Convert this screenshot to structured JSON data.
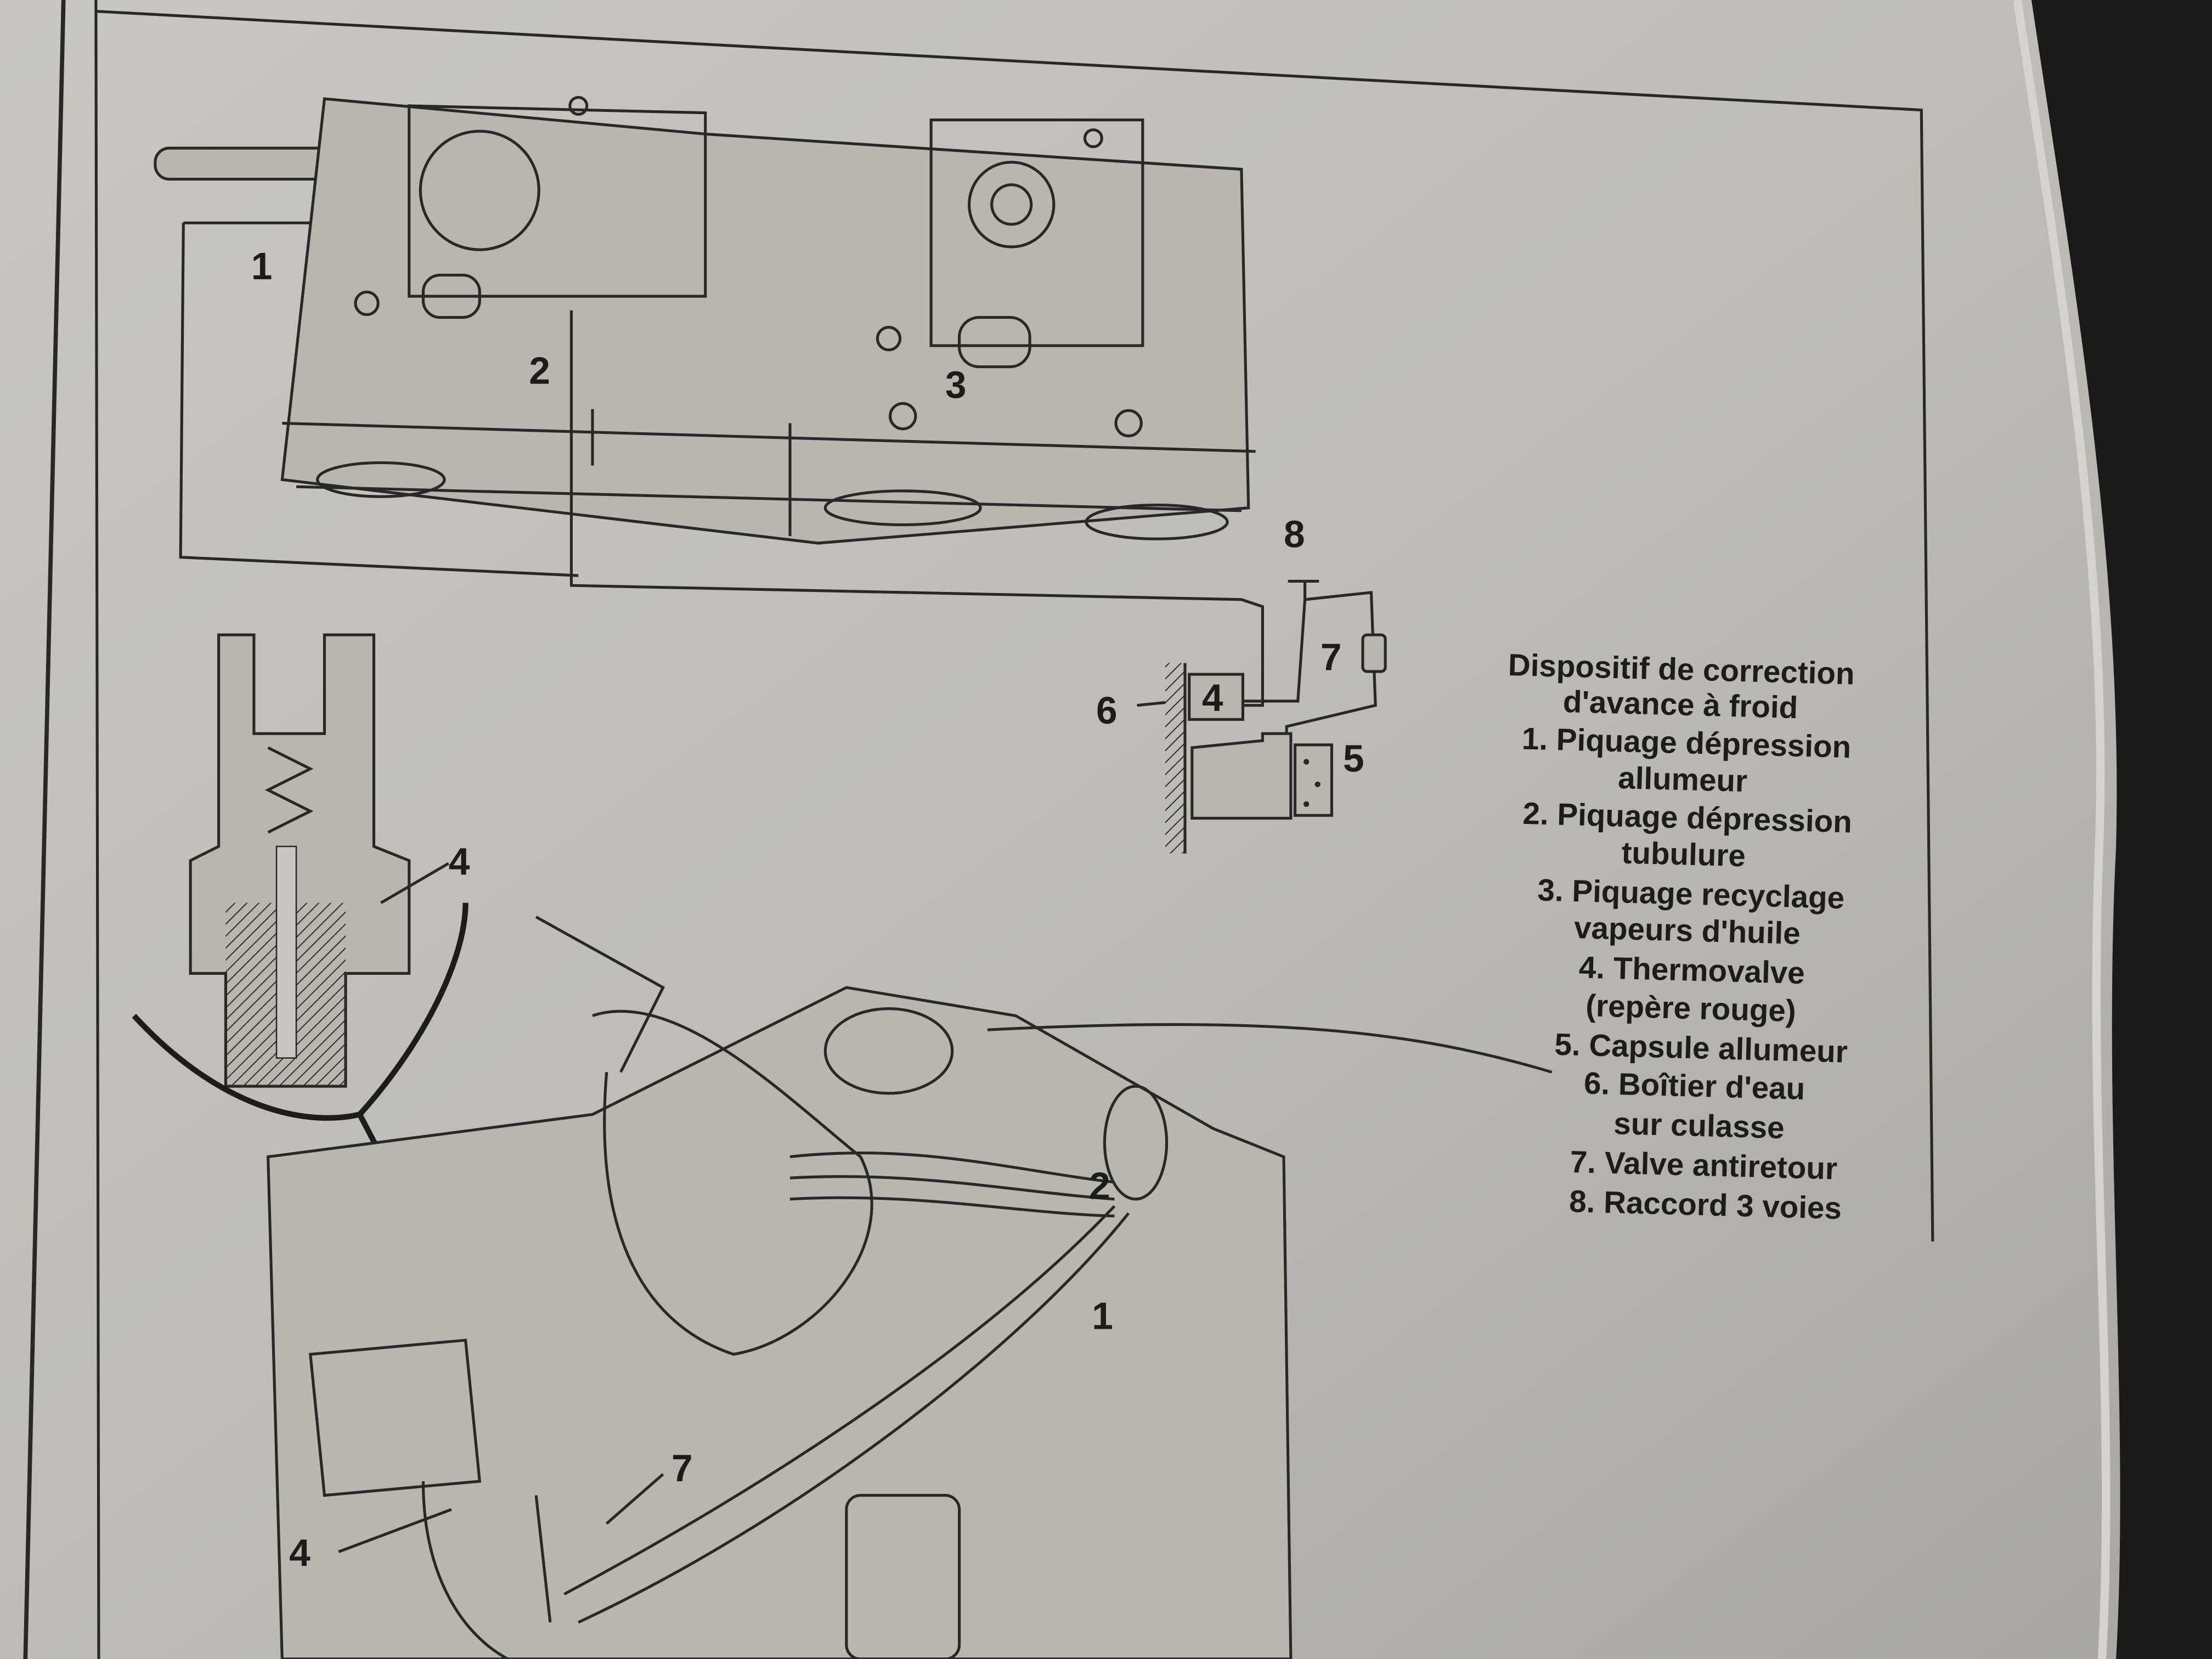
{
  "diagram": {
    "callouts_top": [
      "1",
      "2",
      "3"
    ],
    "schematic": {
      "fitting": "8",
      "check_valve": "7",
      "water_housing": "6",
      "thermovalve": "4",
      "capsule": "5"
    },
    "sensor_callout": "4",
    "callouts_bottom": [
      "2",
      "1",
      "7",
      "4"
    ]
  },
  "legend": {
    "title_lines": [
      "Dispositif de correction",
      "d'avance à froid"
    ],
    "items": [
      "1. Piquage dépression",
      "allumeur",
      "2. Piquage dépression",
      "tubulure",
      "3. Piquage recyclage",
      "vapeurs d'huile",
      "4. Thermovalve",
      "(repère rouge)",
      "5. Capsule allumeur",
      "6. Boîtier d'eau",
      "sur culasse",
      "7. Valve antiretour",
      "8. Raccord 3 voies"
    ]
  }
}
